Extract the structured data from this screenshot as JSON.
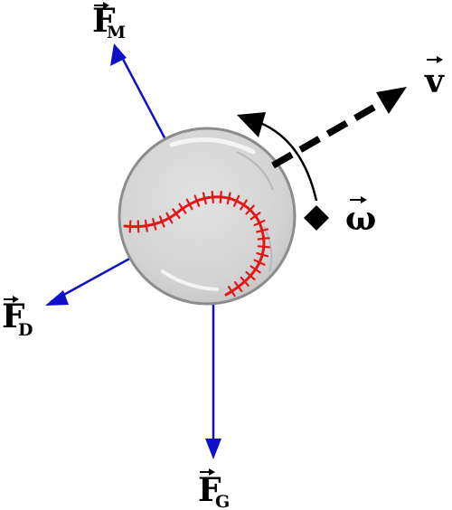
{
  "labels": {
    "magnus": {
      "main": "F",
      "sub": "M"
    },
    "drag": {
      "main": "F",
      "sub": "D"
    },
    "gravity": {
      "main": "F",
      "sub": "G"
    },
    "velocity": {
      "main": "v"
    },
    "spin": {
      "main": "ω"
    }
  },
  "colors": {
    "force_arrow": "#1010c8",
    "velocity_arrow": "#000000",
    "ball_fill": "#d3d3d3",
    "ball_outline": "#8c8c8c",
    "seam": "#e01818",
    "text": "#000000"
  },
  "icons": {
    "ball": "baseball-icon",
    "vector_marker": "right-arrow-overline"
  }
}
